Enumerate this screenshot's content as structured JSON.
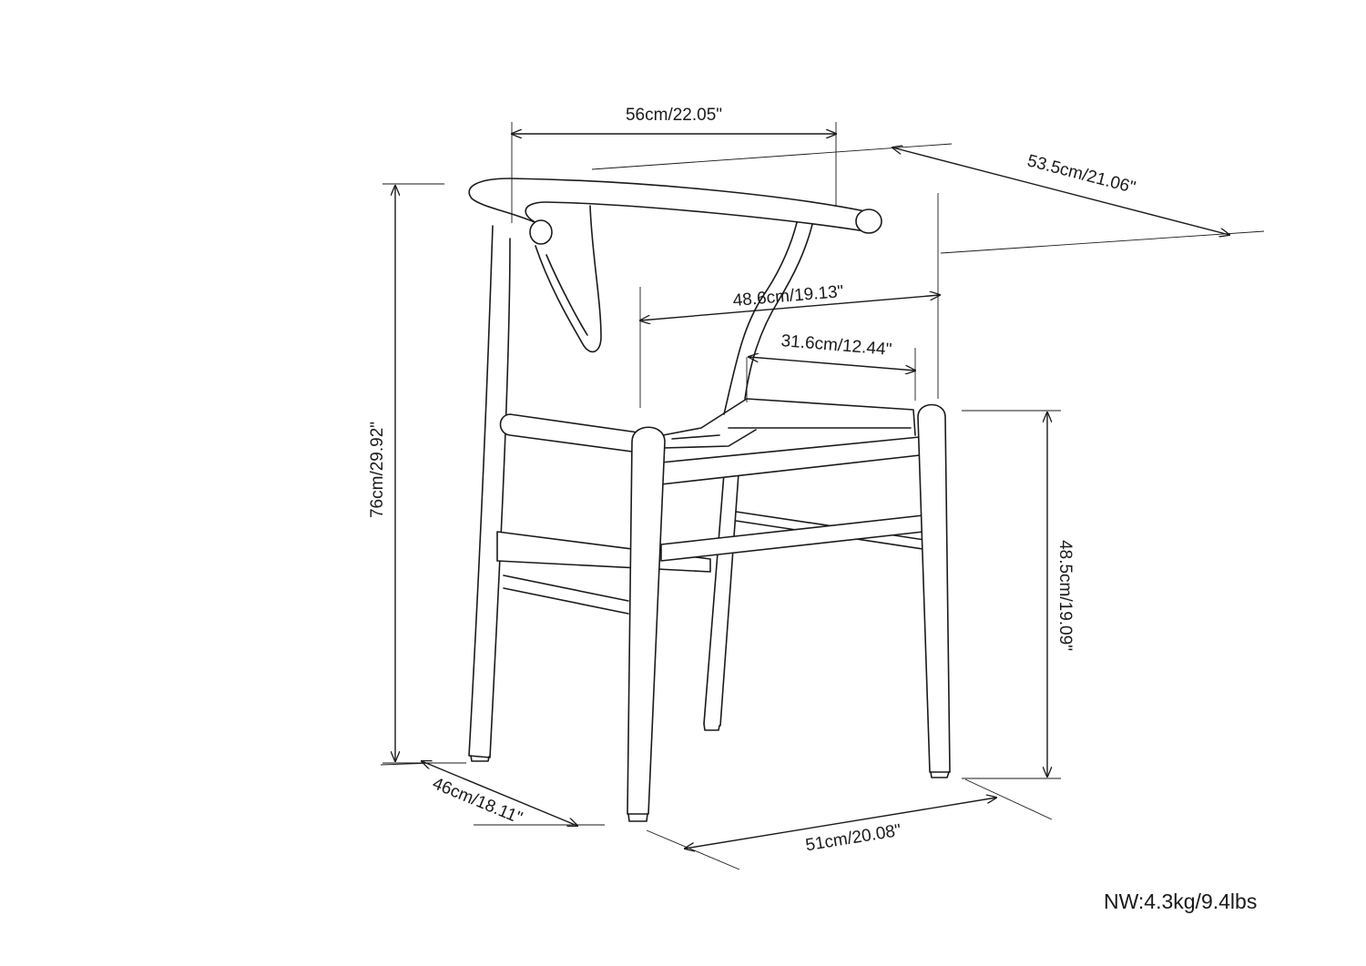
{
  "diagram": {
    "dimensions": {
      "top_width": "56cm/22.05\"",
      "depth_top": "53.5cm/21.06\"",
      "inner_width": "48.6cm/19.13\"",
      "seat_depth": "31.6cm/12.44\"",
      "total_height": "76cm/29.92\"",
      "seat_height": "48.5cm/19.09\"",
      "base_depth": "46cm/18.11\"",
      "base_width": "51cm/20.08\""
    },
    "net_weight": "NW:4.3kg/9.4lbs",
    "colors": {
      "line": "#1a1a1a",
      "background": "#ffffff"
    }
  }
}
